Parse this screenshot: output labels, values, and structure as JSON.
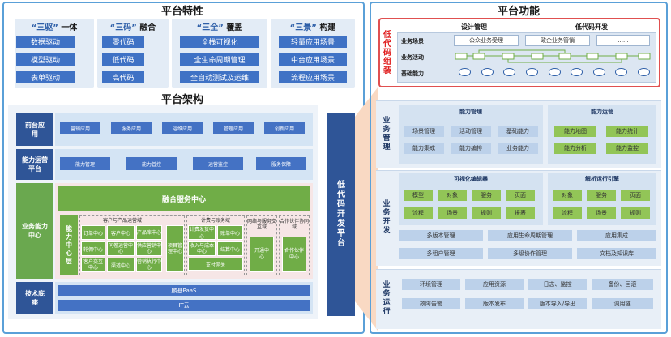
{
  "left": {
    "title": "平台特性",
    "features": [
      {
        "q": "“三驱”",
        "t": "一体",
        "items": [
          "数据驱动",
          "模型驱动",
          "表单驱动"
        ]
      },
      {
        "q": "“三码”",
        "t": "融合",
        "items": [
          "零代码",
          "低代码",
          "高代码"
        ]
      },
      {
        "q": "“三全”",
        "t": "覆盖",
        "items": [
          "全栈可视化",
          "全生命周期管理",
          "全自动测试及运维"
        ]
      },
      {
        "q": "“三景”",
        "t": "构建",
        "items": [
          "轻量应用场景",
          "中台应用场景",
          "流程应用场景"
        ]
      }
    ],
    "arch_title": "平台架构",
    "frontend": {
      "label": "前台应用",
      "items": [
        "营销应用",
        "服务应用",
        "运维应用",
        "管理应用",
        "创新应用"
      ]
    },
    "ops": {
      "label": "能力运营平台",
      "items": [
        "能力管理",
        "能力普控",
        "运营监控",
        "服务保障"
      ]
    },
    "biz": {
      "label": "业务能力中心",
      "fusion": "融合服务中心",
      "center_label": "能力中心层",
      "customer": {
        "title": "客户与产品运营域",
        "items": [
          "订单中心",
          "客户中心",
          "产品库中心",
          "项目管理中心",
          "轮佣中心",
          "问卷运营中心",
          "供应营销中心",
          "客户交互中心",
          "渠道中心",
          "营销执行中心"
        ]
      },
      "billing": {
        "title": "计费与账务域",
        "items": [
          "计费发货中心",
          "账单中心",
          "收入与成本中心",
          "结算中心",
          "支付网关"
        ]
      },
      "network": {
        "title": "网络与服务交互域",
        "item": "开通中心"
      },
      "partner": {
        "title": "合作伙伴协同域",
        "item": "合作伙伴中心"
      }
    },
    "tech": {
      "label": "技术底座",
      "items": [
        "麟基PaaS",
        "IT云"
      ]
    },
    "lowcode": "低代码开发平台"
  },
  "right": {
    "title": "平台功能",
    "group_label": "低代码组装",
    "design": "设计管理",
    "dev": "低代码开发",
    "rows": [
      "业务场景",
      "业务活动",
      "基础能力"
    ],
    "scenes": [
      "公众业务受理",
      "政企业务管销",
      "......"
    ],
    "mgmt": {
      "label": "业务管理",
      "capmgmt": {
        "title": "能力管理",
        "items": [
          "场景管理",
          "活动管理",
          "基础能力",
          "能力集成",
          "能力编排",
          "业务能力"
        ]
      },
      "capops": {
        "title": "能力运营",
        "items": [
          "能力地图",
          "能力统计",
          "能力分析",
          "能力监控"
        ]
      }
    },
    "dev_sec": {
      "label": "业务开发",
      "editor": {
        "title": "可视化编辑器",
        "items": [
          "模型",
          "对象",
          "服务",
          "页面",
          "流程",
          "场景",
          "规则",
          "报表"
        ]
      },
      "engine": {
        "title": "解析运行引擎",
        "items": [
          "对象",
          "服务",
          "页面",
          "流程",
          "场景",
          "规则"
        ]
      },
      "bottom": [
        "多版本管理",
        "应用生命周期管理",
        "应用集成",
        "多租户管理",
        "多级协作管理",
        "文档及知识库"
      ]
    },
    "run": {
      "label": "业务运行",
      "items": [
        "环境管理",
        "应用资源",
        "日志、监控",
        "备份、回滚",
        "故障告警",
        "版本发布",
        "版本导入/导出",
        "调用链"
      ]
    }
  }
}
